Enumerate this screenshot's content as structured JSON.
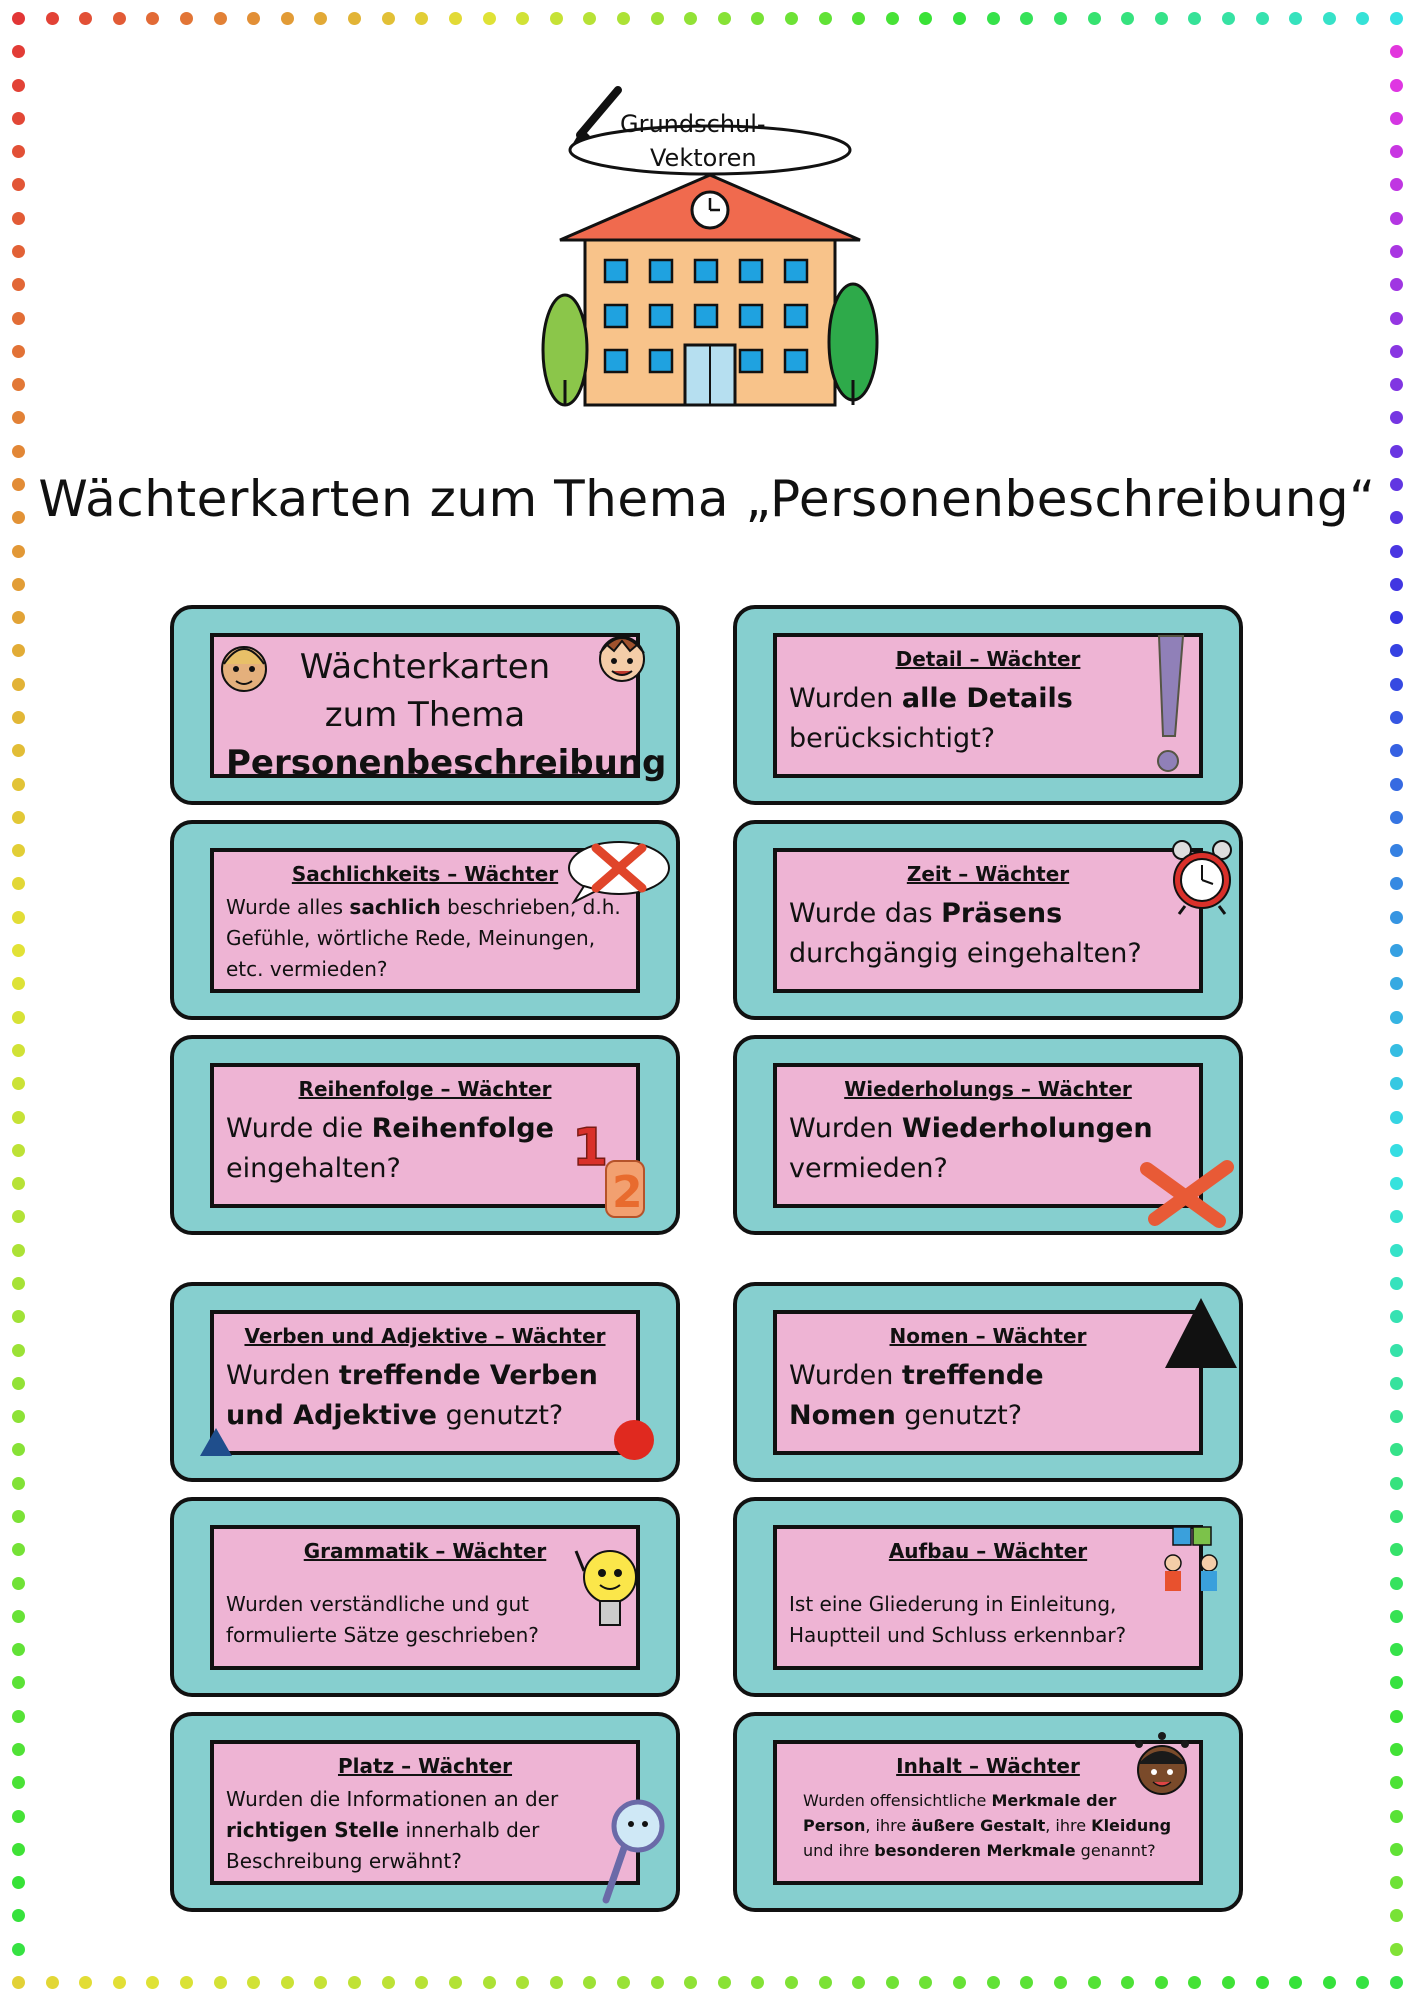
{
  "logo": {
    "line1": "Grundschul-",
    "line2": "Vektoren"
  },
  "title": "Wächterkarten zum Thema „Personenbeschreibung“",
  "colors": {
    "card_outer": "#86cfcf",
    "card_inner": "#eeb4d4",
    "border": "#111111"
  },
  "cover_card": {
    "line1": "Wächterkarten",
    "line2": "zum Thema",
    "line3": "Personenbeschreibung"
  },
  "cards": {
    "detail": {
      "title": "Detail – Wächter",
      "p1": "Wurden ",
      "b1": "alle Details",
      "p2": " berücksichtigt?",
      "icon": "exclamation-icon"
    },
    "sachlichkeit": {
      "title": "Sachlichkeits – Wächter",
      "p1": "Wurde alles ",
      "b1": "sachlich",
      "p2": " beschrieben, d.h. Gefühle, wörtliche Rede, Meinungen, etc. vermieden?",
      "icon": "speech-bubble-cross-icon"
    },
    "zeit": {
      "title": "Zeit – Wächter",
      "p1": "Wurde das ",
      "b1": "Präsens",
      "p2": " durchgängig eingehalten?",
      "icon": "alarm-clock-icon"
    },
    "reihenfolge": {
      "title": "Reihenfolge – Wächter",
      "p1": "Wurde die ",
      "b1": "Reihenfolge",
      "p2": " eingehalten?",
      "icon": "numbers-icon"
    },
    "wiederholung": {
      "title": "Wiederholungs – Wächter",
      "p1": "Wurden ",
      "b1": "Wiederholungen",
      "p2": " vermieden?",
      "icon": "cross-icon"
    },
    "verben": {
      "title": "Verben und Adjektive – Wächter",
      "p1": "Wurden ",
      "b1": "treffende Verben und Adjektive",
      "p2": " genutzt?",
      "icon": "shapes-icon"
    },
    "nomen": {
      "title": "Nomen – Wächter",
      "p1": "Wurden ",
      "b1": "treffende Nomen",
      "p2": " genutzt?",
      "icon": "triangle-icon"
    },
    "grammatik": {
      "title": "Grammatik – Wächter",
      "text": "Wurden verständliche und gut formulierte Sätze geschrieben?",
      "icon": "lightbulb-icon"
    },
    "aufbau": {
      "title": "Aufbau – Wächter",
      "text": "Ist eine Gliederung in Einleitung, Hauptteil und Schluss erkennbar?",
      "icon": "puzzle-kids-icon"
    },
    "platz": {
      "title": "Platz – Wächter",
      "p1": "Wurden die Informationen an der ",
      "b1": "richtigen Stelle",
      "p2": " innerhalb der Beschreibung erwähnt?",
      "icon": "magnifier-icon"
    },
    "inhalt": {
      "title": "Inhalt – Wächter",
      "p1": "Wurden offensichtliche ",
      "b1": "Merkmale der Person",
      "p2": ", ihre ",
      "b2": "äußere Gestalt",
      "p3": ", ihre ",
      "b3": "Kleidung",
      "p4": " und ihre ",
      "b4": "besonderen Merkmale",
      "p5": " genannt?",
      "icon": "child-face-icon"
    }
  }
}
